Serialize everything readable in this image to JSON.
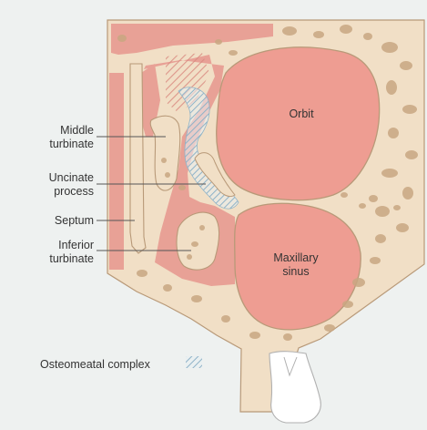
{
  "labels": {
    "middle_turbinate": [
      "Middle",
      "turbinate"
    ],
    "uncinate_process": [
      "Uncinate",
      "process"
    ],
    "septum": [
      "Septum"
    ],
    "inferior_turbinate": [
      "Inferior",
      "turbinate"
    ]
  },
  "regions": {
    "orbit": "Orbit",
    "maxillary_sinus": [
      "Maxillary",
      "sinus"
    ]
  },
  "legend": {
    "text": "Osteomeatal complex",
    "icon": "hatch-swatch-icon"
  },
  "colors": {
    "background": "#eef1f0",
    "bone": "#f1dfc6",
    "bone_outline": "#b89978",
    "soft_tissue": "#e8a196",
    "cavity_pink": "#ee9d92",
    "trabecula": "#c9a782",
    "hatch": "#8fb3c8",
    "label_text": "#333333",
    "leader_line": "#555555",
    "tooth": "#ffffff"
  }
}
